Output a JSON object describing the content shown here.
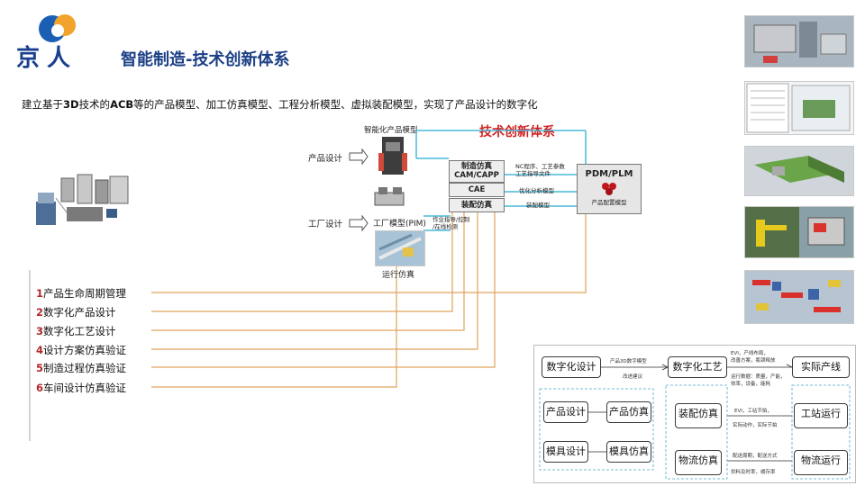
{
  "logo": {
    "text": "京人",
    "colors": {
      "blue": "#1a5fb4",
      "orange": "#f2a32c"
    }
  },
  "title": "智能制造-技术创新体系",
  "subtitle": {
    "pre": "建立基于",
    "bold1": "3D",
    "mid1": "技术的",
    "bold2": "ACB",
    "post": "等的产品模型、加工仿真模型、工程分析模型、虚拟装配模型，实现了产品设计的数字化"
  },
  "diagram": {
    "title": "技术创新体系",
    "top_label": "智能化产品模型",
    "product_design": "产品设计",
    "factory_design": "工厂设计",
    "factory_model": "工厂模型(PIM)",
    "operation_sim": "运行仿真",
    "box_mfg": "制造仿真\nCAM/CAPP",
    "box_cae": "CAE",
    "box_assembly": "装配仿真",
    "pdm": "PDM/PLM",
    "pdm_sub": "产品配置模型",
    "arrow_nc": "NC程序、工艺参数\n工艺指导文件",
    "arrow_opt": "优化分析模型",
    "arrow_asm": "装配模型",
    "work_inst": "作业指导/控制\n/在线检测"
  },
  "list": [
    {
      "num": "1",
      "text": "产品生命周期管理"
    },
    {
      "num": "2",
      "text": "数字化产品设计"
    },
    {
      "num": "3",
      "text": "数字化工艺设计"
    },
    {
      "num": "4",
      "text": "设计方案仿真验证"
    },
    {
      "num": "5",
      "text": "制造过程仿真验证"
    },
    {
      "num": "6",
      "text": "车间设计仿真验证"
    }
  ],
  "flow": {
    "digital_design": "数字化设计",
    "digital_process": "数字化工艺",
    "actual_line": "实际产线",
    "product_design": "产品设计",
    "product_sim": "产品仿真",
    "assembly_sim": "装配仿真",
    "station_run": "工站运行",
    "mold_design": "模具设计",
    "mold_sim": "模具仿真",
    "logistics_sim": "物流仿真",
    "logistics_run": "物流运行",
    "note_3d": "产品3D数字模型",
    "note_improve": "改进建议",
    "note_evi1": "EVI，产线布局，",
    "note_evi2": "改善方案，瓶颈释放",
    "note_run": "运行数据：质量，产能，",
    "note_run2": "效率，设备，能耗",
    "note_evi3": "EVI，工站节拍，",
    "note_act": "实际动作，实际节拍",
    "note_dist": "配送周期，配送方式",
    "note_supply": "供料及时率，缓存率"
  },
  "colors": {
    "title": "#1c3f86",
    "accent_red": "#d21f1f",
    "orange_line": "#e0a35c",
    "cyan_line": "#49b8d8"
  }
}
